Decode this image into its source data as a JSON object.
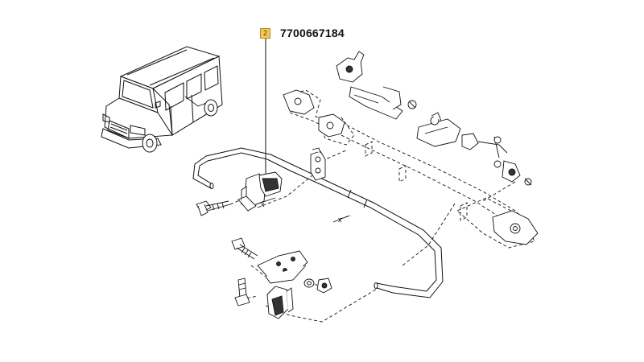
{
  "callout": {
    "index": "2",
    "part_number": "7700667184"
  },
  "labels": {
    "x_mark_1": "x",
    "x_mark_2": "x"
  },
  "colors": {
    "badge_fill": "#f3c75a",
    "line": "#111111"
  }
}
